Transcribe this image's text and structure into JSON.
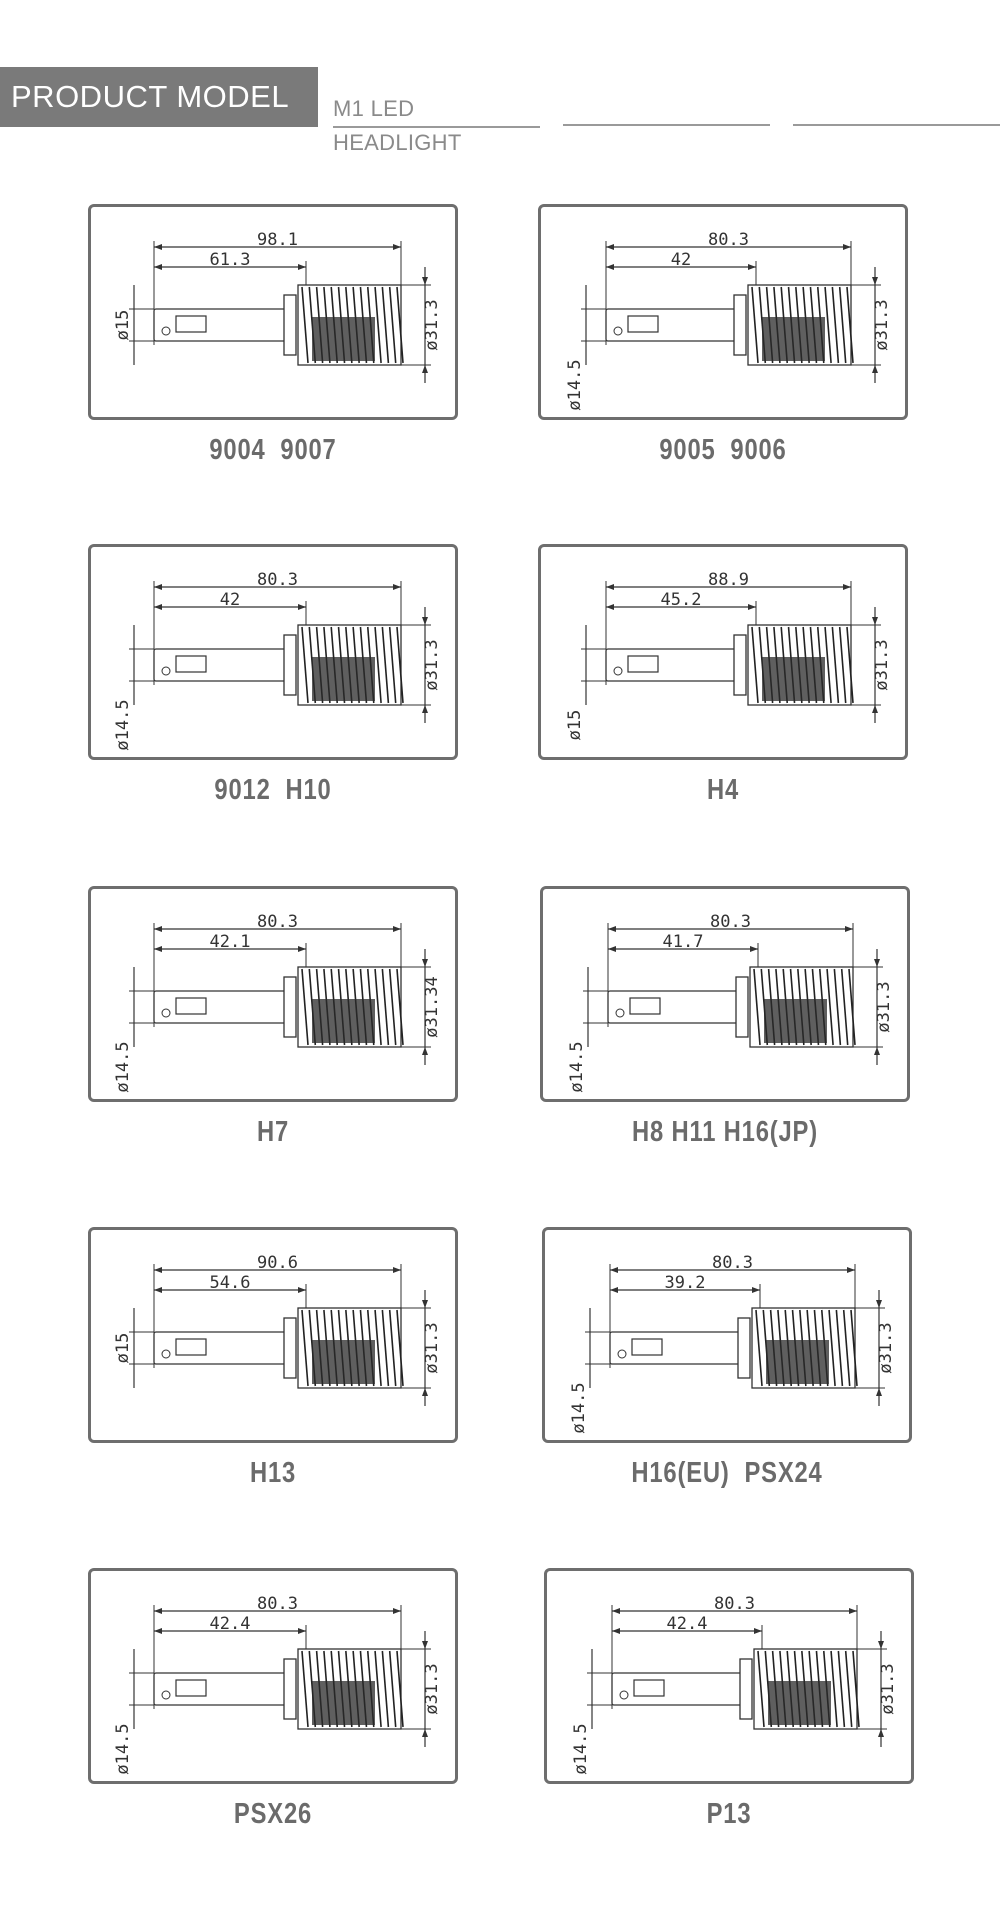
{
  "header": {
    "label": "PRODUCT MODEL",
    "sub": "M1 LED HEADLIGHT"
  },
  "models": [
    {
      "name": "9004  9007",
      "total": "98.1",
      "inner": "61.3",
      "left_dia": "ø15",
      "right_dia": "ø31.3"
    },
    {
      "name": "9005  9006",
      "total": "80.3",
      "inner": "42",
      "left_dia": "ø14.5",
      "right_dia": "ø31.3"
    },
    {
      "name": "9012  H10",
      "total": "80.3",
      "inner": "42",
      "left_dia": "ø14.5",
      "right_dia": "ø31.3"
    },
    {
      "name": "H4",
      "total": "88.9",
      "inner": "45.2",
      "left_dia": "ø15",
      "right_dia": "ø31.3"
    },
    {
      "name": "H7",
      "total": "80.3",
      "inner": "42.1",
      "left_dia": "ø14.5",
      "right_dia": "ø31.34"
    },
    {
      "name": "H8 H11 H16(JP)",
      "total": "80.3",
      "inner": "41.7",
      "left_dia": "ø14.5",
      "right_dia": "ø31.3"
    },
    {
      "name": "H13",
      "total": "90.6",
      "inner": "54.6",
      "left_dia": "ø15",
      "right_dia": "ø31.3"
    },
    {
      "name": "H16(EU)  PSX24",
      "total": "80.3",
      "inner": "39.2",
      "left_dia": "ø14.5",
      "right_dia": "ø31.3"
    },
    {
      "name": "PSX26",
      "total": "80.3",
      "inner": "42.4",
      "left_dia": "ø14.5",
      "right_dia": "ø31.3"
    },
    {
      "name": "P13",
      "total": "80.3",
      "inner": "42.4",
      "left_dia": "ø14.5",
      "right_dia": "ø31.3"
    }
  ]
}
